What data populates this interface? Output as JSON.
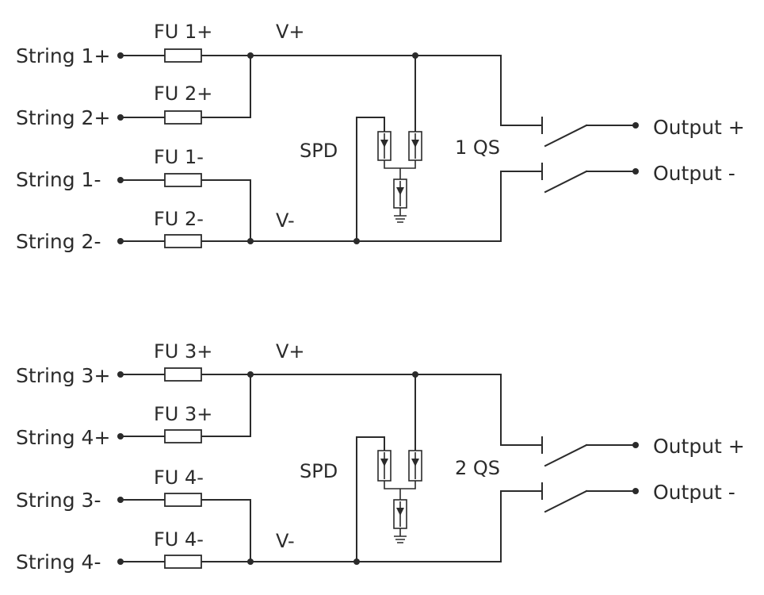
{
  "circuits": [
    {
      "inputs": [
        "String 1+",
        "String 2+",
        "String 1-",
        "String 2-"
      ],
      "fuses": [
        "FU 1+",
        "FU 2+",
        "FU 1-",
        "FU 2-"
      ],
      "vplus": "V+",
      "vminus": "V-",
      "spd": "SPD",
      "qs": "1 QS",
      "out_plus": "Output +",
      "out_minus": "Output -"
    },
    {
      "inputs": [
        "String 3+",
        "String 4+",
        "String 3-",
        "String 4-"
      ],
      "fuses": [
        "FU 3+",
        "FU 3+",
        "FU 4-",
        "FU 4-"
      ],
      "vplus": "V+",
      "vminus": "V-",
      "spd": "SPD",
      "qs": "2 QS",
      "out_plus": "Output +",
      "out_minus": "Output -"
    }
  ]
}
